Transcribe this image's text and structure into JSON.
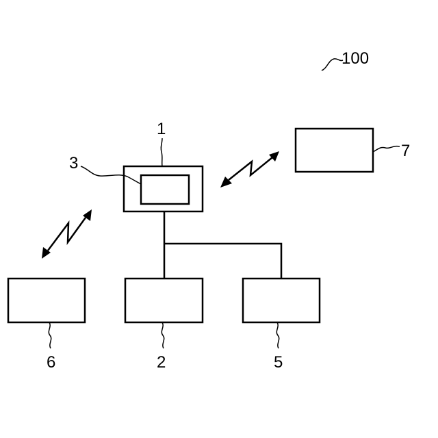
{
  "figure": {
    "system_label": "100",
    "components": [
      {
        "id": "device-1",
        "label": "1"
      },
      {
        "id": "unit-3",
        "label": "3"
      },
      {
        "id": "block-2",
        "label": "2"
      },
      {
        "id": "block-5",
        "label": "5"
      },
      {
        "id": "block-6",
        "label": "6"
      },
      {
        "id": "block-7",
        "label": "7"
      }
    ],
    "links": [
      {
        "from": "device-1",
        "to": "block-2",
        "type": "wired"
      },
      {
        "from": "device-1",
        "to": "block-5",
        "type": "wired"
      },
      {
        "from": "device-1",
        "to": "block-6",
        "type": "wireless"
      },
      {
        "from": "device-1",
        "to": "block-7",
        "type": "wireless"
      }
    ]
  }
}
